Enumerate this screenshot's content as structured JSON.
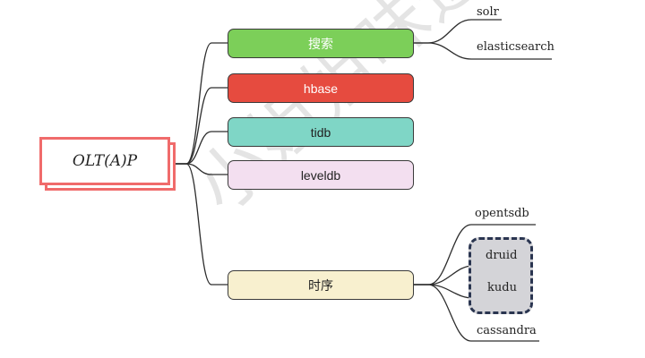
{
  "watermark": "小姐姐味道",
  "root": {
    "label": "OLT(A)P"
  },
  "branches": [
    {
      "id": "search",
      "label": "搜索",
      "color": "#7ccf59",
      "text_color": "#ffffff"
    },
    {
      "id": "hbase",
      "label": "hbase",
      "color": "#e64b3f",
      "text_color": "#ffffff"
    },
    {
      "id": "tidb",
      "label": "tidb",
      "color": "#7fd6c6",
      "text_color": "#222222"
    },
    {
      "id": "leveldb",
      "label": "leveldb",
      "color": "#f3dff0",
      "text_color": "#222222"
    },
    {
      "id": "timeseries",
      "label": "时序",
      "color": "#f8f0cf",
      "text_color": "#222222"
    }
  ],
  "search_children": [
    "solr",
    "elasticsearch"
  ],
  "timeseries_children": [
    "opentsdb",
    "druid",
    "kudu",
    "cassandra"
  ],
  "colors": {
    "line": "#2d2d2d",
    "root_border": "#f06b6b",
    "dashed_border": "#2a3550",
    "dashed_fill": "#d4d4d8"
  }
}
